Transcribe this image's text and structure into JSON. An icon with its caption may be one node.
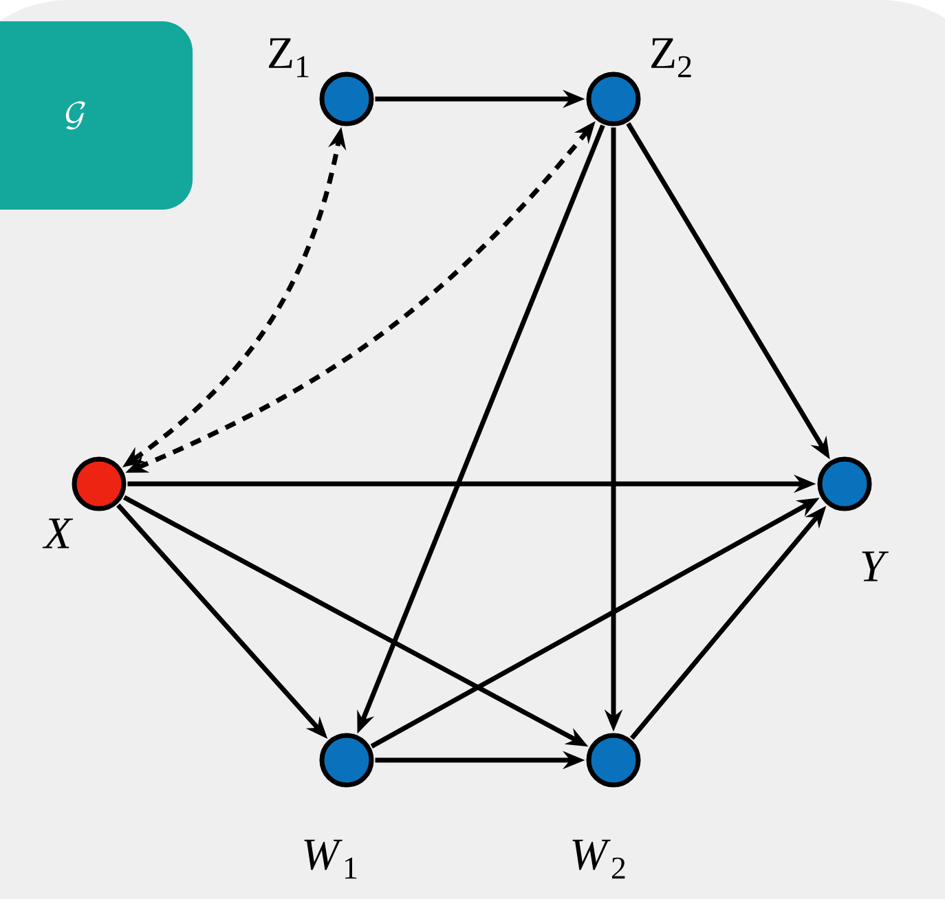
{
  "diagram": {
    "nodes": [
      {
        "text": [
          "\\mathcal{G}"
        ]
      },
      {
        "text": [],
        "shape": "circle",
        "beside": [
          "Z$_{1}$"
        ]
      },
      {
        "text": [],
        "shape": "circle",
        "beside": [
          "Z$_{2}$"
        ]
      },
      {
        "text": [],
        "shape": "circle",
        "beside": [
          "X"
        ]
      },
      {
        "text": [],
        "shape": "circle",
        "beside": [
          "Y"
        ]
      },
      {
        "text": [],
        "shape": "circle",
        "beside": [
          "*W*$_{1}$"
        ]
      },
      {
        "text": [],
        "shape": "circle",
        "beside": [
          "*W*$_{2}$"
        ]
      }
    ],
    "edges": [
      {
        "from": 1,
        "to": 2,
        "arrow": "to"
      },
      {
        "from": 3,
        "to": 1,
        "arrow": "both",
        "style": "dashed"
      },
      {
        "from": 3,
        "to": 2,
        "arrow": "both",
        "style": "dashed"
      },
      {
        "from": 2,
        "to": 5,
        "arrow": "to"
      },
      {
        "from": 2,
        "to": 6,
        "arrow": "to"
      },
      {
        "from": 2,
        "to": 4,
        "arrow": "to"
      },
      {
        "from": 3,
        "to": 4,
        "arrow": "to"
      },
      {
        "from": 3,
        "to": 5,
        "arrow": "to"
      },
      {
        "from": 3,
        "to": 6,
        "arrow": "to"
      },
      {
        "from": 5,
        "to": 6,
        "arrow": "to"
      },
      {
        "from": 5,
        "to": 4,
        "arrow": "to"
      },
      {
        "from": 6,
        "to": 4,
        "arrow": "to"
      }
    ]
  }
}
